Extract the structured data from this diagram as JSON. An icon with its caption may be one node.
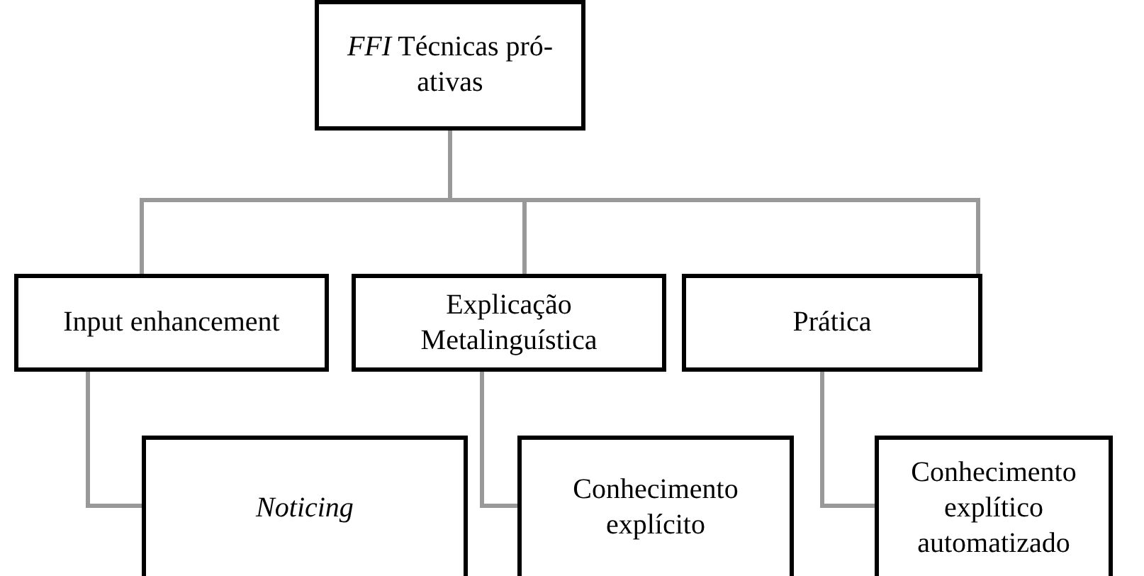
{
  "diagram": {
    "nodes": [
      {
        "text": [
          "*FFI* Técnicas pró-ativas"
        ]
      },
      {
        "text": [
          "Input enhancement"
        ]
      },
      {
        "text": [
          "Explicação Metalinguística"
        ]
      },
      {
        "text": [
          "Prática"
        ]
      },
      {
        "text": [
          "Noticing"
        ]
      },
      {
        "text": [
          "Conhecimento explícito"
        ]
      },
      {
        "text": [
          "Conhecimento explítico automatizado"
        ]
      }
    ],
    "edges": [
      {
        "from": 0,
        "to": 1,
        "arrow": "none"
      },
      {
        "from": 0,
        "to": 2,
        "arrow": "none"
      },
      {
        "from": 0,
        "to": 3,
        "arrow": "none"
      },
      {
        "from": 1,
        "to": 4,
        "arrow": "none"
      },
      {
        "from": 2,
        "to": 5,
        "arrow": "none"
      },
      {
        "from": 3,
        "to": 6,
        "arrow": "none"
      }
    ]
  }
}
